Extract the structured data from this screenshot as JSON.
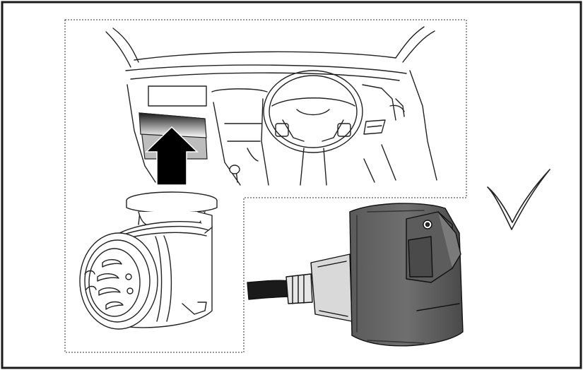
{
  "diagram": {
    "frame_color": "#1a1a1a",
    "line_color": "#222222",
    "shade_dark": "#4a4a4a",
    "shade_mid": "#6e6e6e",
    "shade_light": "#bdbdbd",
    "arrow_color": "#000000",
    "checkmark": "correct-check-icon",
    "parts": [
      "vehicle-dashboard-illustration",
      "obd-port-location",
      "insert-direction-arrow",
      "adapter-plug",
      "trailer-socket-connector"
    ]
  }
}
